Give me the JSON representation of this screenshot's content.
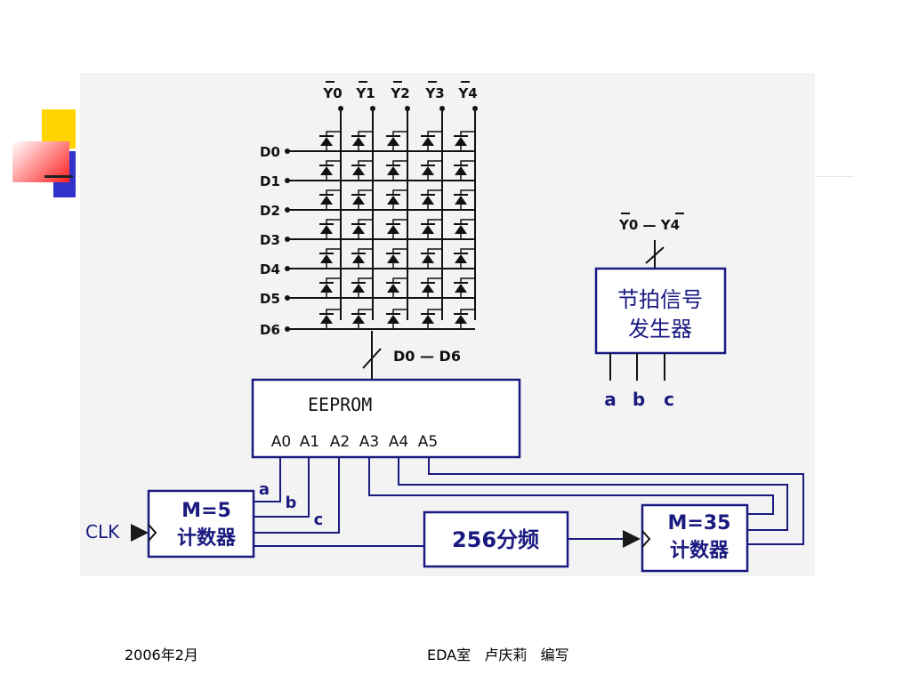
{
  "matrix": {
    "columns": [
      "Y0",
      "Y1",
      "Y2",
      "Y3",
      "Y4"
    ],
    "rows": [
      "D0",
      "D1",
      "D2",
      "D3",
      "D4",
      "D5",
      "D6"
    ]
  },
  "bus_d_label": "D0 — D6",
  "eeprom": {
    "title": "EEPROM",
    "pins": [
      "A0",
      "A1",
      "A2",
      "A3",
      "A4",
      "A5"
    ]
  },
  "beat_generator": {
    "label_top": "Y0 — Y4",
    "line1": "节拍信号",
    "line2": "发生器",
    "outputs": [
      "a",
      "b",
      "c"
    ]
  },
  "counter5": {
    "line1": "M=5",
    "line2": "计数器",
    "outputs": [
      "a",
      "b",
      "c"
    ]
  },
  "clk_label": "CLK",
  "divider": {
    "label": "256分频"
  },
  "counter35": {
    "line1": "M=35",
    "line2": "计数器"
  },
  "footer": {
    "date": "2006年2月",
    "author": "EDA室   卢庆莉   编写"
  }
}
